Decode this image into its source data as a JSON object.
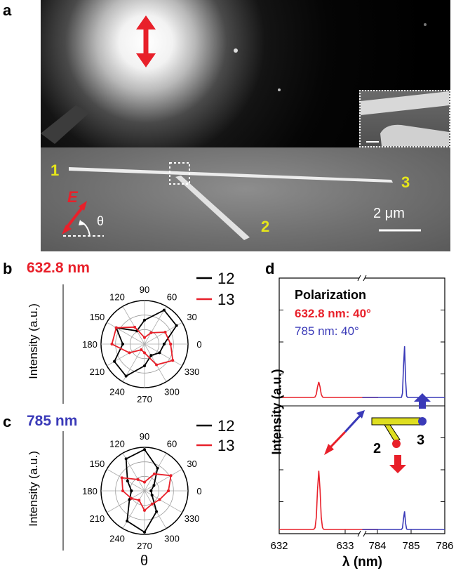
{
  "panels": {
    "a": "a",
    "b": "b",
    "c": "c",
    "d": "d"
  },
  "panel_a": {
    "labels": {
      "end1": "1",
      "end2": "2",
      "end3": "3"
    },
    "field_label": "E",
    "angle_label": "θ",
    "scale_bar": "2 μm",
    "colors": {
      "arrow": "#e8202a",
      "yellow": "#e6e61a"
    }
  },
  "panel_b": {
    "wavelength": "632.8 nm",
    "legend": [
      "12",
      "13"
    ],
    "ylabel": "Intensity (a.u.)",
    "angles": [
      "90",
      "60",
      "30",
      "0",
      "330",
      "300",
      "270",
      "240",
      "210",
      "180",
      "150",
      "120"
    ]
  },
  "panel_c": {
    "wavelength": "785 nm",
    "legend": [
      "12",
      "13"
    ],
    "ylabel": "Intensity (a.u.)",
    "xlabel": "θ",
    "angles": [
      "90",
      "60",
      "30",
      "0",
      "330",
      "300",
      "270",
      "240",
      "210",
      "180",
      "150",
      "120"
    ]
  },
  "panel_d": {
    "title": "Polarization",
    "line1": "632.8 nm: 40°",
    "line2": "785 nm: 40°",
    "ylabel": "Intensity (a.u.)",
    "xlabel": "λ (nm)",
    "ticks": [
      "632",
      "633",
      "784",
      "785",
      "786"
    ],
    "schematic_labels": [
      "2",
      "3"
    ]
  },
  "chart_data": [
    {
      "type": "line",
      "subtype": "polar",
      "panel": "b",
      "theta_unit": "degrees",
      "series": [
        {
          "name": "12",
          "color": "#000000",
          "theta": [
            0,
            30,
            60,
            90,
            120,
            150,
            180,
            210,
            240,
            270,
            300,
            330,
            360
          ],
          "r": [
            0.45,
            0.85,
            0.9,
            0.55,
            0.35,
            0.75,
            0.5,
            0.8,
            0.85,
            0.5,
            0.3,
            0.4,
            0.45
          ]
        },
        {
          "name": "13",
          "color": "#e8202a",
          "theta": [
            0,
            30,
            60,
            90,
            120,
            150,
            180,
            210,
            240,
            270,
            300,
            330,
            360
          ],
          "r": [
            0.6,
            0.55,
            0.3,
            0.15,
            0.45,
            0.75,
            0.75,
            0.4,
            0.15,
            0.2,
            0.55,
            0.75,
            0.6
          ]
        }
      ]
    },
    {
      "type": "line",
      "subtype": "polar",
      "panel": "c",
      "theta_unit": "degrees",
      "series": [
        {
          "name": "12",
          "color": "#000000",
          "theta": [
            0,
            30,
            60,
            90,
            120,
            150,
            180,
            210,
            240,
            270,
            300,
            330,
            360
          ],
          "r": [
            0.15,
            0.25,
            0.6,
            0.95,
            0.85,
            0.45,
            0.3,
            0.4,
            0.8,
            0.95,
            0.55,
            0.2,
            0.15
          ]
        },
        {
          "name": "13",
          "color": "#e8202a",
          "theta": [
            0,
            30,
            60,
            90,
            120,
            150,
            180,
            210,
            240,
            270,
            300,
            330,
            360
          ],
          "r": [
            0.55,
            0.7,
            0.45,
            0.2,
            0.3,
            0.6,
            0.5,
            0.35,
            0.25,
            0.45,
            0.35,
            0.4,
            0.55
          ]
        }
      ]
    },
    {
      "type": "line",
      "panel": "d",
      "xlabel": "λ (nm)",
      "ylabel": "Intensity (a.u.)",
      "x_ticks": [
        "632",
        "633",
        "784",
        "785",
        "786"
      ],
      "series": [
        {
          "name": "top-632.8",
          "color": "#e8202a",
          "peak_x": 632.6,
          "amplitude": 0.25
        },
        {
          "name": "top-785",
          "color": "#3a3ab8",
          "peak_x": 784.8,
          "amplitude": 0.85
        },
        {
          "name": "bottom-632.8",
          "color": "#e8202a",
          "peak_x": 632.6,
          "amplitude": 0.95
        },
        {
          "name": "bottom-785",
          "color": "#3a3ab8",
          "peak_x": 784.8,
          "amplitude": 0.3
        }
      ]
    }
  ]
}
